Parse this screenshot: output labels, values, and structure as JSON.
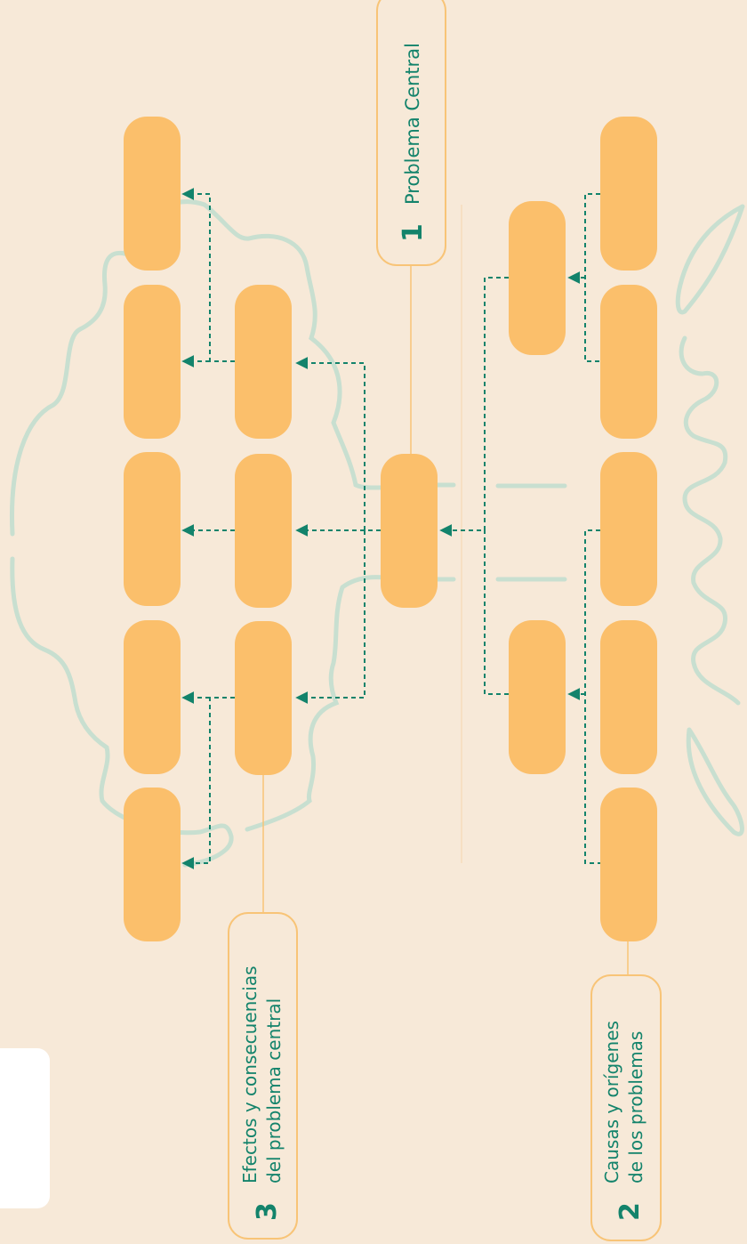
{
  "labels": {
    "central": {
      "number": "1",
      "text": "Problema Central"
    },
    "causes": {
      "number": "2",
      "line1": "Causas y orígenes",
      "line2": "de los problemas"
    },
    "effects": {
      "number": "3",
      "line1": "Efectos y consecuencias",
      "line2": "del problema central"
    }
  },
  "colors": {
    "background": "#f7e9d8",
    "box": "#fbbf6b",
    "connector": "#13836b",
    "label_border": "#f8c477",
    "decoration": "#c8dfd0",
    "number": "#13836b"
  },
  "icons": [
    "cloud-decoration",
    "leaf-decoration",
    "page-tab-icon"
  ]
}
